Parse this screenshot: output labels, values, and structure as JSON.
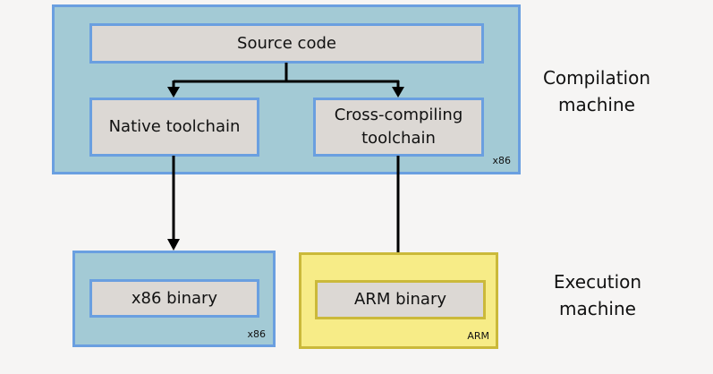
{
  "compilation_machine": {
    "label": "Compilation\nmachine",
    "label_lines": [
      "Compilation",
      "machine"
    ],
    "arch": "x86",
    "nodes": {
      "source": "Source code",
      "native": "Native toolchain",
      "cross_lines": [
        "Cross-compiling",
        "toolchain"
      ]
    }
  },
  "execution": {
    "label_lines": [
      "Execution",
      "machine"
    ],
    "x86_machine": {
      "arch": "x86",
      "binary": "x86 binary"
    },
    "arm_machine": {
      "arch": "ARM",
      "binary": "ARM binary"
    }
  },
  "colors": {
    "x86_fill": "#a3cad5",
    "x86_border": "#6a9fe0",
    "arm_fill": "#f7ec87",
    "arm_border": "#cbb93a",
    "node_fill": "#dcd8d4",
    "edge": "#000000"
  },
  "edges": [
    {
      "from": "Source code",
      "to": "Native toolchain",
      "arrow": true
    },
    {
      "from": "Source code",
      "to": "Cross-compiling toolchain",
      "arrow": true
    },
    {
      "from": "Native toolchain",
      "to": "x86 binary",
      "arrow": true
    },
    {
      "from": "Cross-compiling toolchain",
      "to": "ARM machine",
      "arrow": false
    }
  ]
}
